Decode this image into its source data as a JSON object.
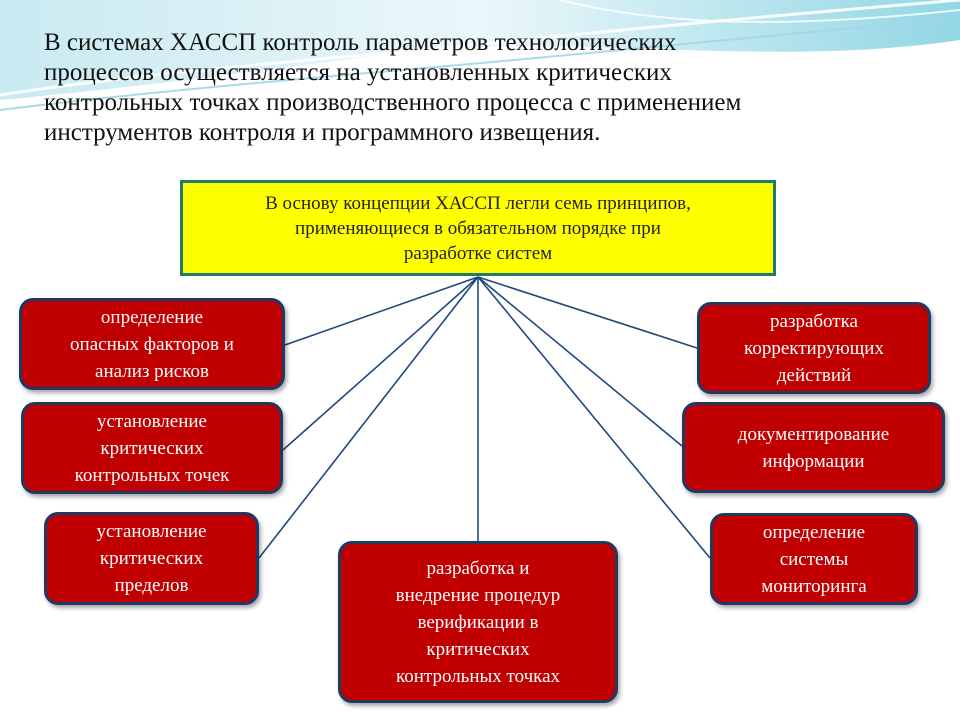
{
  "intro": {
    "lines": [
      "В системах ХАССП контроль параметров технологических",
      "процессов осуществляется на установленных критических",
      "контрольных точках производственного процесса с применением",
      "инструментов контроля и программного извещения."
    ]
  },
  "center": {
    "lines": [
      "В основу концепции ХАССП легли семь принципов,",
      "применяющиеся в обязательном порядке при",
      "разработке систем"
    ]
  },
  "principles": {
    "left1": {
      "lines": [
        "определение",
        "опасных факторов и",
        "анализ рисков"
      ]
    },
    "left2": {
      "lines": [
        "установление",
        "критических",
        "контрольных точек"
      ]
    },
    "left3": {
      "lines": [
        "установление",
        "критических",
        "пределов"
      ]
    },
    "bottom": {
      "lines": [
        "разработка и",
        "внедрение процедур",
        "верификации в",
        "критических",
        "контрольных точках"
      ]
    },
    "right1": {
      "lines": [
        "разработка",
        "корректирующих",
        "действий"
      ]
    },
    "right2": {
      "lines": [
        "документирование",
        "информации"
      ]
    },
    "right3": {
      "lines": [
        "определение",
        "системы",
        "мониторинга"
      ]
    }
  },
  "colors": {
    "center_fill": "#ffff00",
    "center_border": "#1f7a74",
    "node_fill": "#c00000",
    "node_border": "#1f3864",
    "connector": "#1f497d"
  }
}
